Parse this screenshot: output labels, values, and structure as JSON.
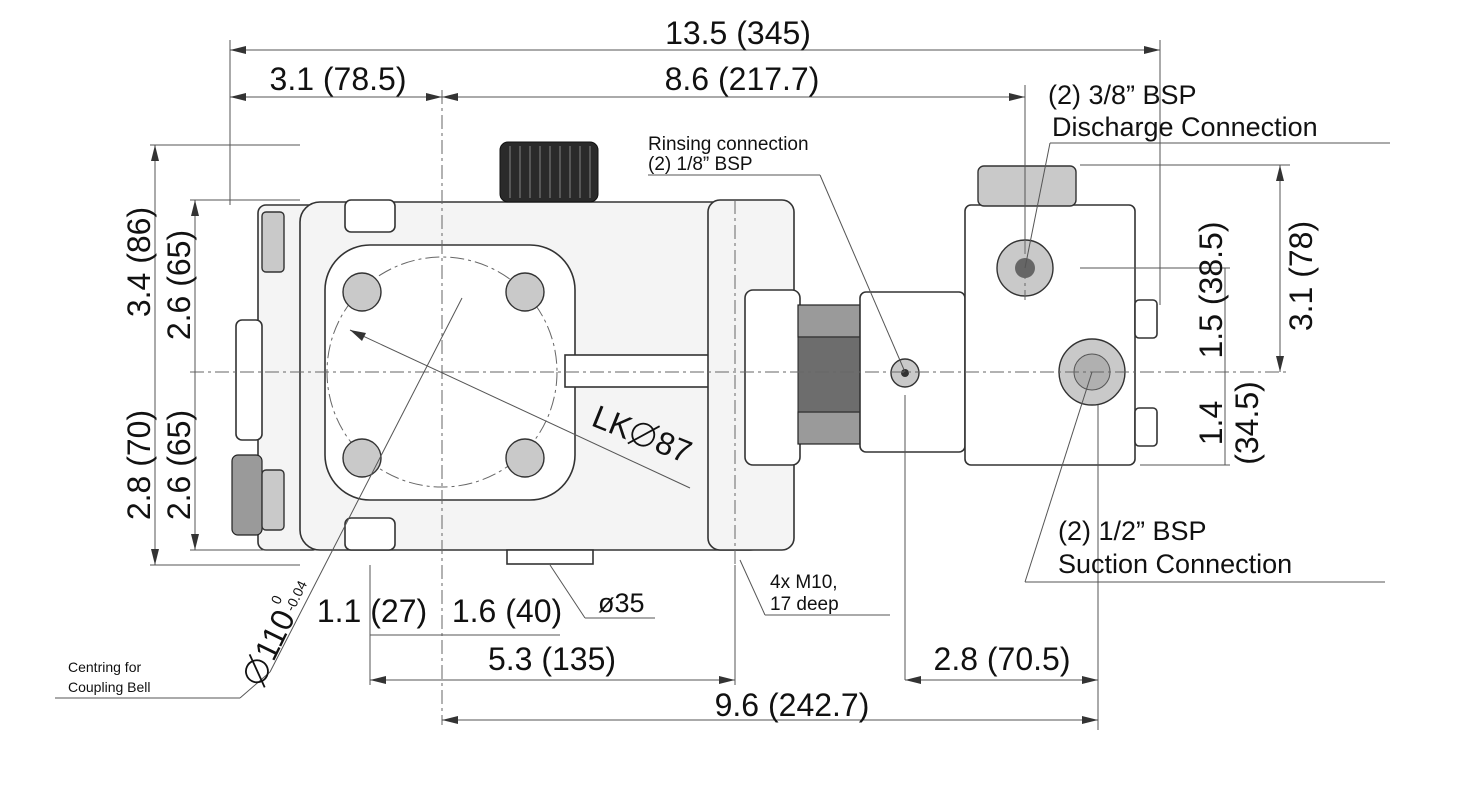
{
  "dimensions": {
    "overall_length": "13.5 (345)",
    "flange_to_center": "3.1 (78.5)",
    "center_to_discharge": "8.6 (217.7)",
    "height_top_outer": "3.4 (86)",
    "height_top_inner": "2.6 (65)",
    "height_bottom_outer": "2.8 (70)",
    "height_bottom_inner": "2.6 (65)",
    "bolt_circle": "LK",
    "bolt_circle_diameter": "87",
    "centring_diameter": "110",
    "centring_tol_upper": "0",
    "centring_tol_lower": "-0.04",
    "left_offset": "1.1 (27)",
    "center_offset": "1.6 (40)",
    "shaft_diameter": "ø35",
    "mount_distance": "5.3 (135)",
    "suction_offset": "2.8 (70.5)",
    "center_to_suction": "9.6 (242.7)",
    "discharge_offset_vertical": "1.5 (38.5)",
    "manifold_height": "3.1 (78)",
    "suction_offset_vertical_a": "1.4",
    "suction_offset_vertical_b": "(34.5)"
  },
  "labels": {
    "discharge_size": "(2) 3/8” BSP",
    "discharge_name": "Discharge Connection",
    "rinsing_name": "Rinsing connection",
    "rinsing_size": "(2) 1/8” BSP",
    "suction_size": "(2) 1/2” BSP",
    "suction_name": "Suction Connection",
    "mount_thread": "4x M10,",
    "mount_depth": "17 deep",
    "centring_line1": "Centring for",
    "centring_line2": "Coupling Bell"
  }
}
